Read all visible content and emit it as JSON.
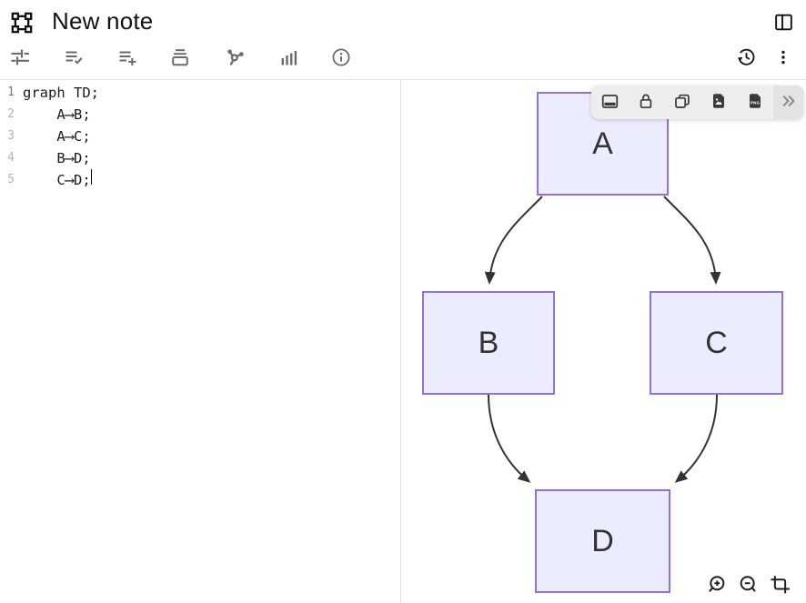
{
  "header": {
    "title": "New note",
    "logo_icon": "transform-frame-icon",
    "split_view_icon": "split-panel-icon"
  },
  "toolbar": {
    "icons": [
      "sliders-icon",
      "list-check-icon",
      "list-add-icon",
      "archive-icon",
      "graph-nodes-icon",
      "bar-chart-icon",
      "info-icon",
      "history-icon",
      "kebab-menu-icon"
    ]
  },
  "editor": {
    "lines": [
      {
        "num": "1",
        "code": "graph TD;"
      },
      {
        "num": "2",
        "code": "    A⟶B;"
      },
      {
        "num": "3",
        "code": "    A⟶C;"
      },
      {
        "num": "4",
        "code": "    B⟶D;"
      },
      {
        "num": "5",
        "code": "    C⟶D;"
      }
    ]
  },
  "diagram": {
    "nodes": [
      {
        "label": "A"
      },
      {
        "label": "B"
      },
      {
        "label": "C"
      },
      {
        "label": "D"
      }
    ],
    "edges": [
      {
        "from": "A",
        "to": "B"
      },
      {
        "from": "A",
        "to": "C"
      },
      {
        "from": "B",
        "to": "D"
      },
      {
        "from": "C",
        "to": "D"
      }
    ],
    "colors": {
      "node_fill": "#ECECFF",
      "node_border": "#9370DB",
      "edge": "#333333"
    }
  },
  "floating_toolbar": {
    "png_label": "PNG",
    "icons": [
      "bottom-panel-icon",
      "lock-icon",
      "copy-icon",
      "image-export-icon",
      "png-export-icon",
      "chevron-double-right-icon"
    ]
  },
  "canvas_controls": {
    "icons": [
      "zoom-in-icon",
      "zoom-out-icon",
      "crop-icon"
    ]
  }
}
